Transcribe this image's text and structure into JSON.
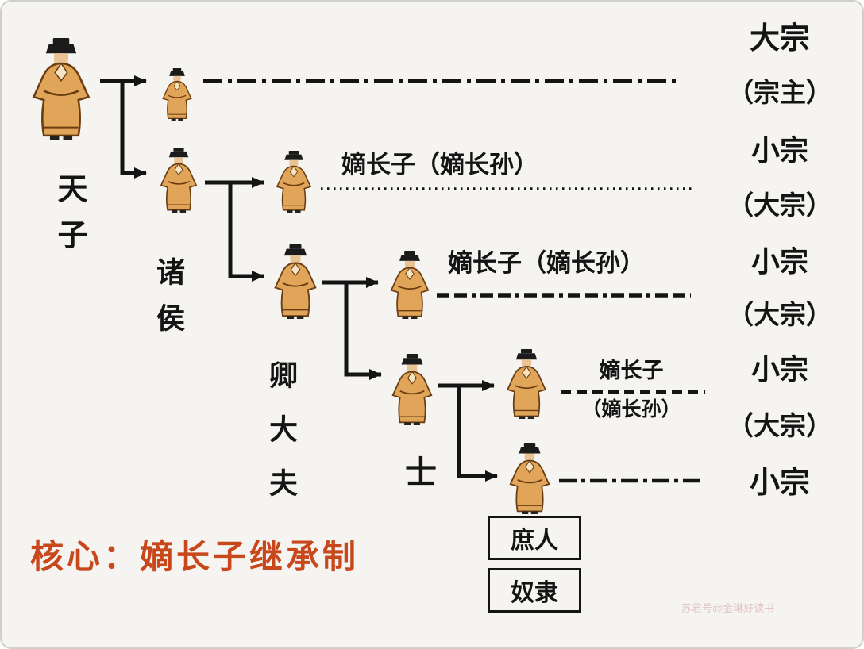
{
  "left_labels": {
    "tianzi": "天子",
    "zhuhou": "诸侯",
    "qingdafu": "卿大夫",
    "shi": "士"
  },
  "heir_labels": {
    "row1": "嫡长子（嫡长孙）",
    "row2": "嫡长子（嫡长孙）",
    "row3_line1": "嫡长子",
    "row3_line2": "（嫡长孙）"
  },
  "right_labels": [
    {
      "main": "大宗",
      "sub": "（宗主）"
    },
    {
      "main": "小宗",
      "sub": "（大宗）"
    },
    {
      "main": "小宗",
      "sub": "（大宗）"
    },
    {
      "main": "小宗",
      "sub": "（大宗）"
    },
    {
      "main": "小宗",
      "sub": ""
    }
  ],
  "core": {
    "label": "核心：嫡长子继承制"
  },
  "class_boxes": [
    {
      "label": "庶人"
    },
    {
      "label": "奴隶"
    }
  ],
  "watermark": "苏君号@金琳好读书",
  "icons": {
    "official-figure": "robed ancient Chinese official: black hat, tan robe, folded sleeves"
  },
  "colors": {
    "core_text": "#c8481c",
    "line": "#141414",
    "robe": "#e0a558",
    "background": "#f5f4f1"
  }
}
